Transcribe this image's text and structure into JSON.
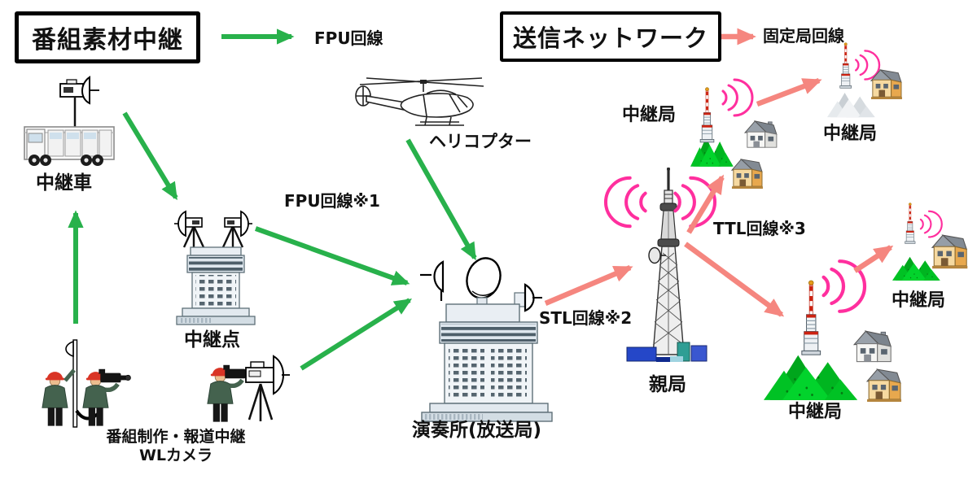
{
  "titles": {
    "left": "番組素材中継",
    "right": "送信ネットワーク"
  },
  "labels": {
    "fpu_line": "FPU回線",
    "fixed_line": "固定局回線",
    "relay_truck": "中継車",
    "relay_point": "中継点",
    "helicopter": "ヘリコプター",
    "fpu_line_1": "FPU回線※1",
    "stl_line_2": "STL回線※2",
    "ttl_line_3": "TTL回線※3",
    "crew_line1": "番組制作・報道中継",
    "crew_line2": "WLカメラ",
    "studio": "演奏所(放送局)",
    "master_station": "親局",
    "relay_station_top": "中継局",
    "relay_station_top_right": "中継局",
    "relay_station_bottom": "中継局",
    "relay_station_mid_right": "中継局"
  },
  "icons": {
    "relay_truck": "relay-truck-icon",
    "relay_point": "relay-point-building-icon",
    "helicopter": "helicopter-icon",
    "studio": "studio-building-icon",
    "master_station": "master-station-tower-icon",
    "relay_station": "relay-tower-icon",
    "radio_waves": "radio-waves-icon",
    "camera_crew": "camera-crew-icon"
  },
  "colors": {
    "green_arrow": "#28b14b",
    "pink_arrow": "#f5867f",
    "wave_pink": "#ff2f9e",
    "text": "#111111",
    "box_border": "#000000"
  }
}
